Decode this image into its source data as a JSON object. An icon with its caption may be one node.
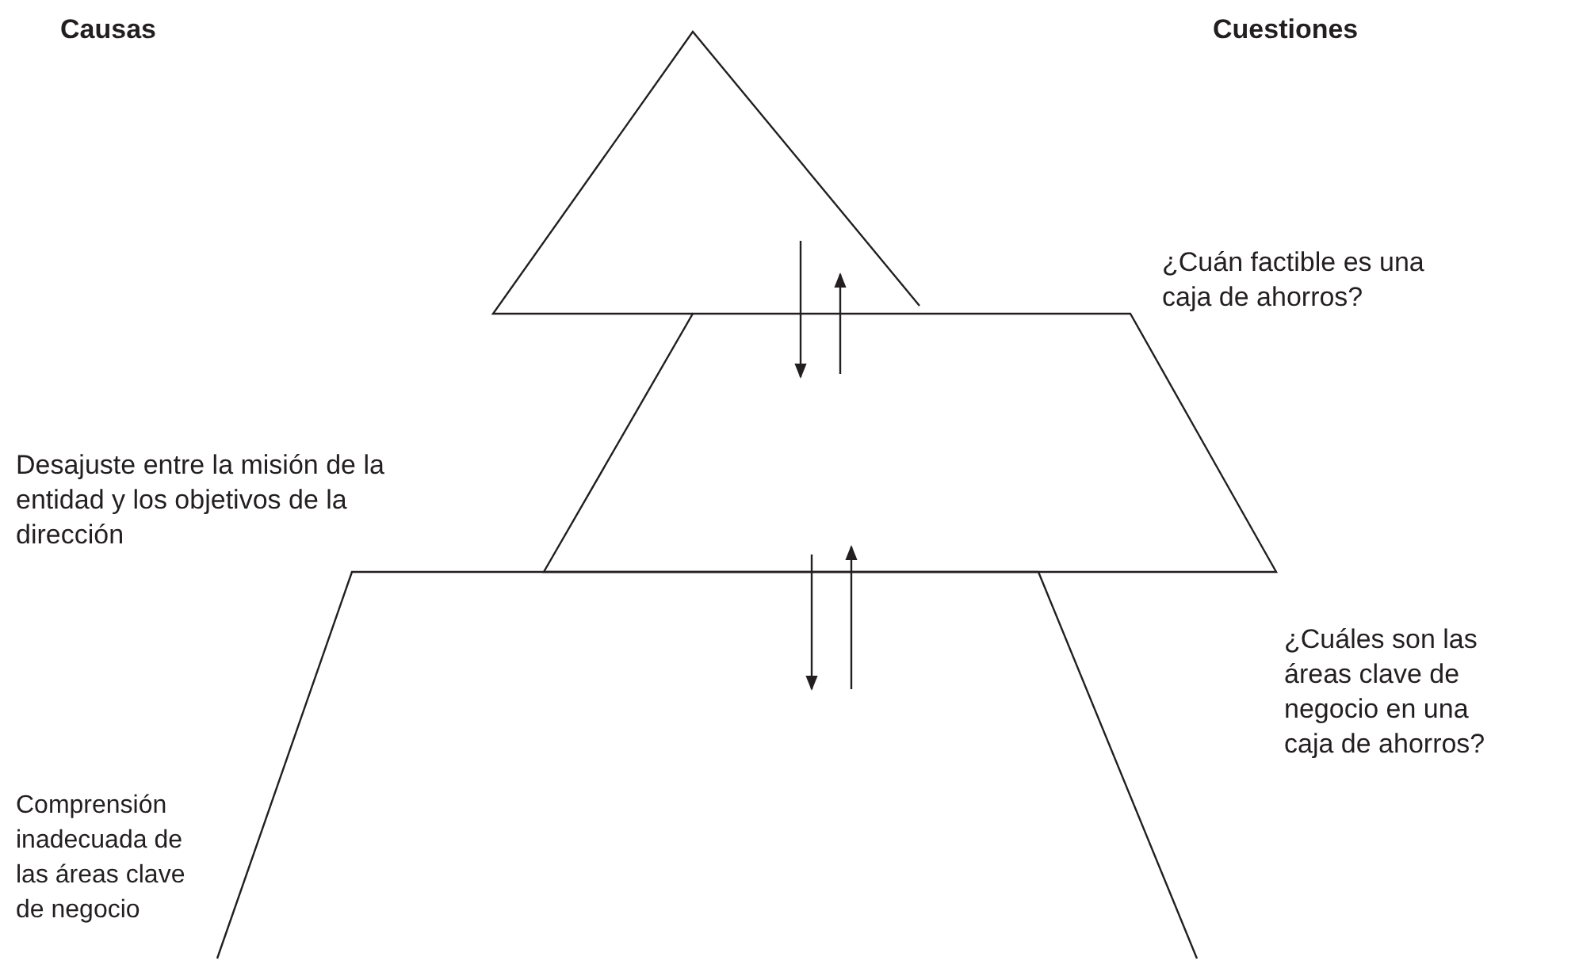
{
  "diagram": {
    "nodes": [
      {
        "text": [],
        "shape": "triangle"
      },
      {
        "text": [],
        "shape": "trapezoid"
      },
      {
        "text": [],
        "shape": "trapezoid"
      }
    ],
    "edges": [
      {
        "from": 0,
        "to": 1,
        "arrow": "to"
      },
      {
        "from": 1,
        "to": 0,
        "arrow": "to"
      },
      {
        "from": 1,
        "to": 2,
        "arrow": "to"
      },
      {
        "from": 2,
        "to": 1,
        "arrow": "to"
      }
    ],
    "labels": [
      "Causas",
      "Cuestiones",
      "¿Cuán factible es una caja de ahorros?",
      "Desajuste entre la misión de la entidad y los objetivos de la dirección",
      "¿Cuáles son las áreas clave de negocio en una caja de ahorros?",
      "Comprensión inadecuada de las áreas clave de negocio"
    ]
  }
}
